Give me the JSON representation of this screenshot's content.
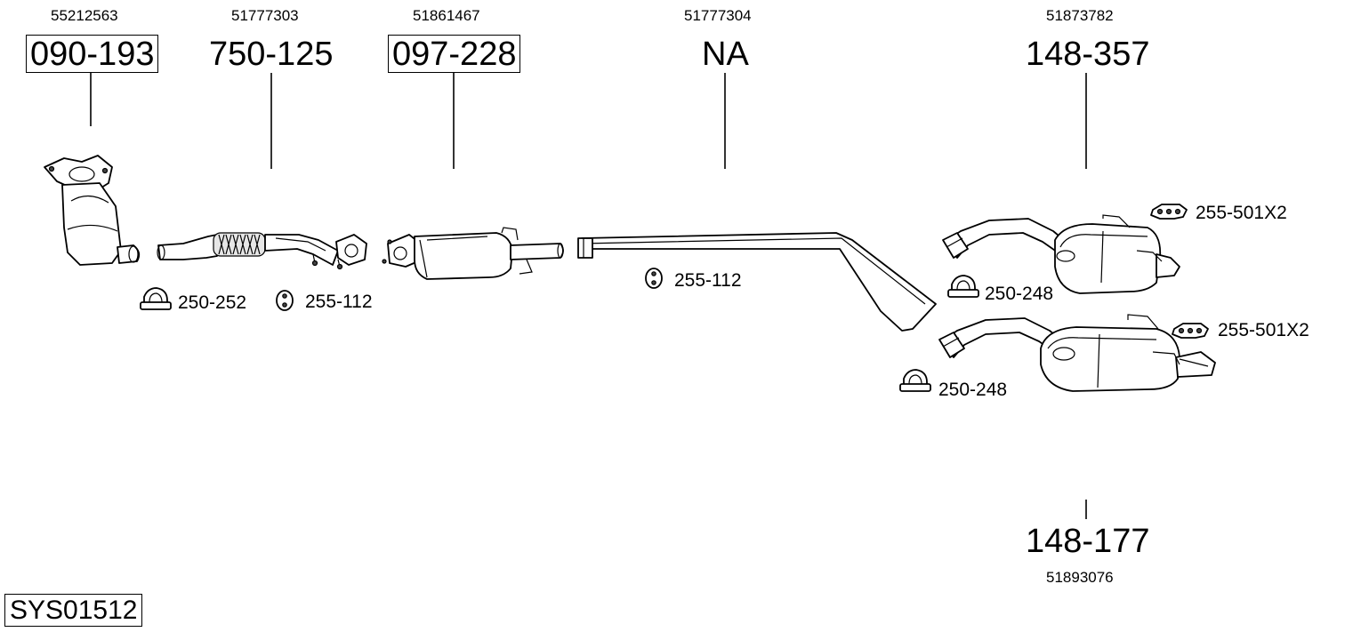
{
  "parts": [
    {
      "oem": "55212563",
      "code": "090-193",
      "boxed": true
    },
    {
      "oem": "51777303",
      "code": "750-125",
      "boxed": false
    },
    {
      "oem": "51861467",
      "code": "097-228",
      "boxed": true
    },
    {
      "oem": "51777304",
      "code": "NA",
      "boxed": false
    },
    {
      "oem": "51873782",
      "code": "148-357",
      "boxed": false
    },
    {
      "oem": "51893076",
      "code": "148-177",
      "boxed": false
    }
  ],
  "accessories": [
    {
      "label": "250-252"
    },
    {
      "label": "255-112"
    },
    {
      "label": "255-112"
    },
    {
      "label": "250-248"
    },
    {
      "label": "255-501X2"
    },
    {
      "label": "250-248"
    },
    {
      "label": "255-501X2"
    }
  ],
  "system_id": "SYS01512",
  "icons": {
    "clamp": "u-clamp-icon",
    "hanger": "rubber-hanger-icon",
    "bracket": "mounting-bracket-icon"
  }
}
